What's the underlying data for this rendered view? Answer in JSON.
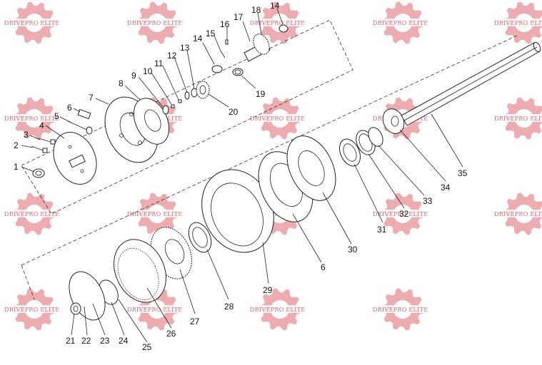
{
  "watermark": {
    "text": "DRIVEPRO ELITE",
    "color": "#e06a70"
  },
  "callouts": [
    "1",
    "2",
    "3",
    "4",
    "5",
    "6",
    "7",
    "8",
    "9",
    "10",
    "11",
    "12",
    "13",
    "14",
    "15",
    "16",
    "17",
    "18",
    "19",
    "20",
    "21",
    "22",
    "23",
    "24",
    "25",
    "26",
    "27",
    "28",
    "29",
    "30",
    "31",
    "32",
    "33",
    "34",
    "35"
  ]
}
